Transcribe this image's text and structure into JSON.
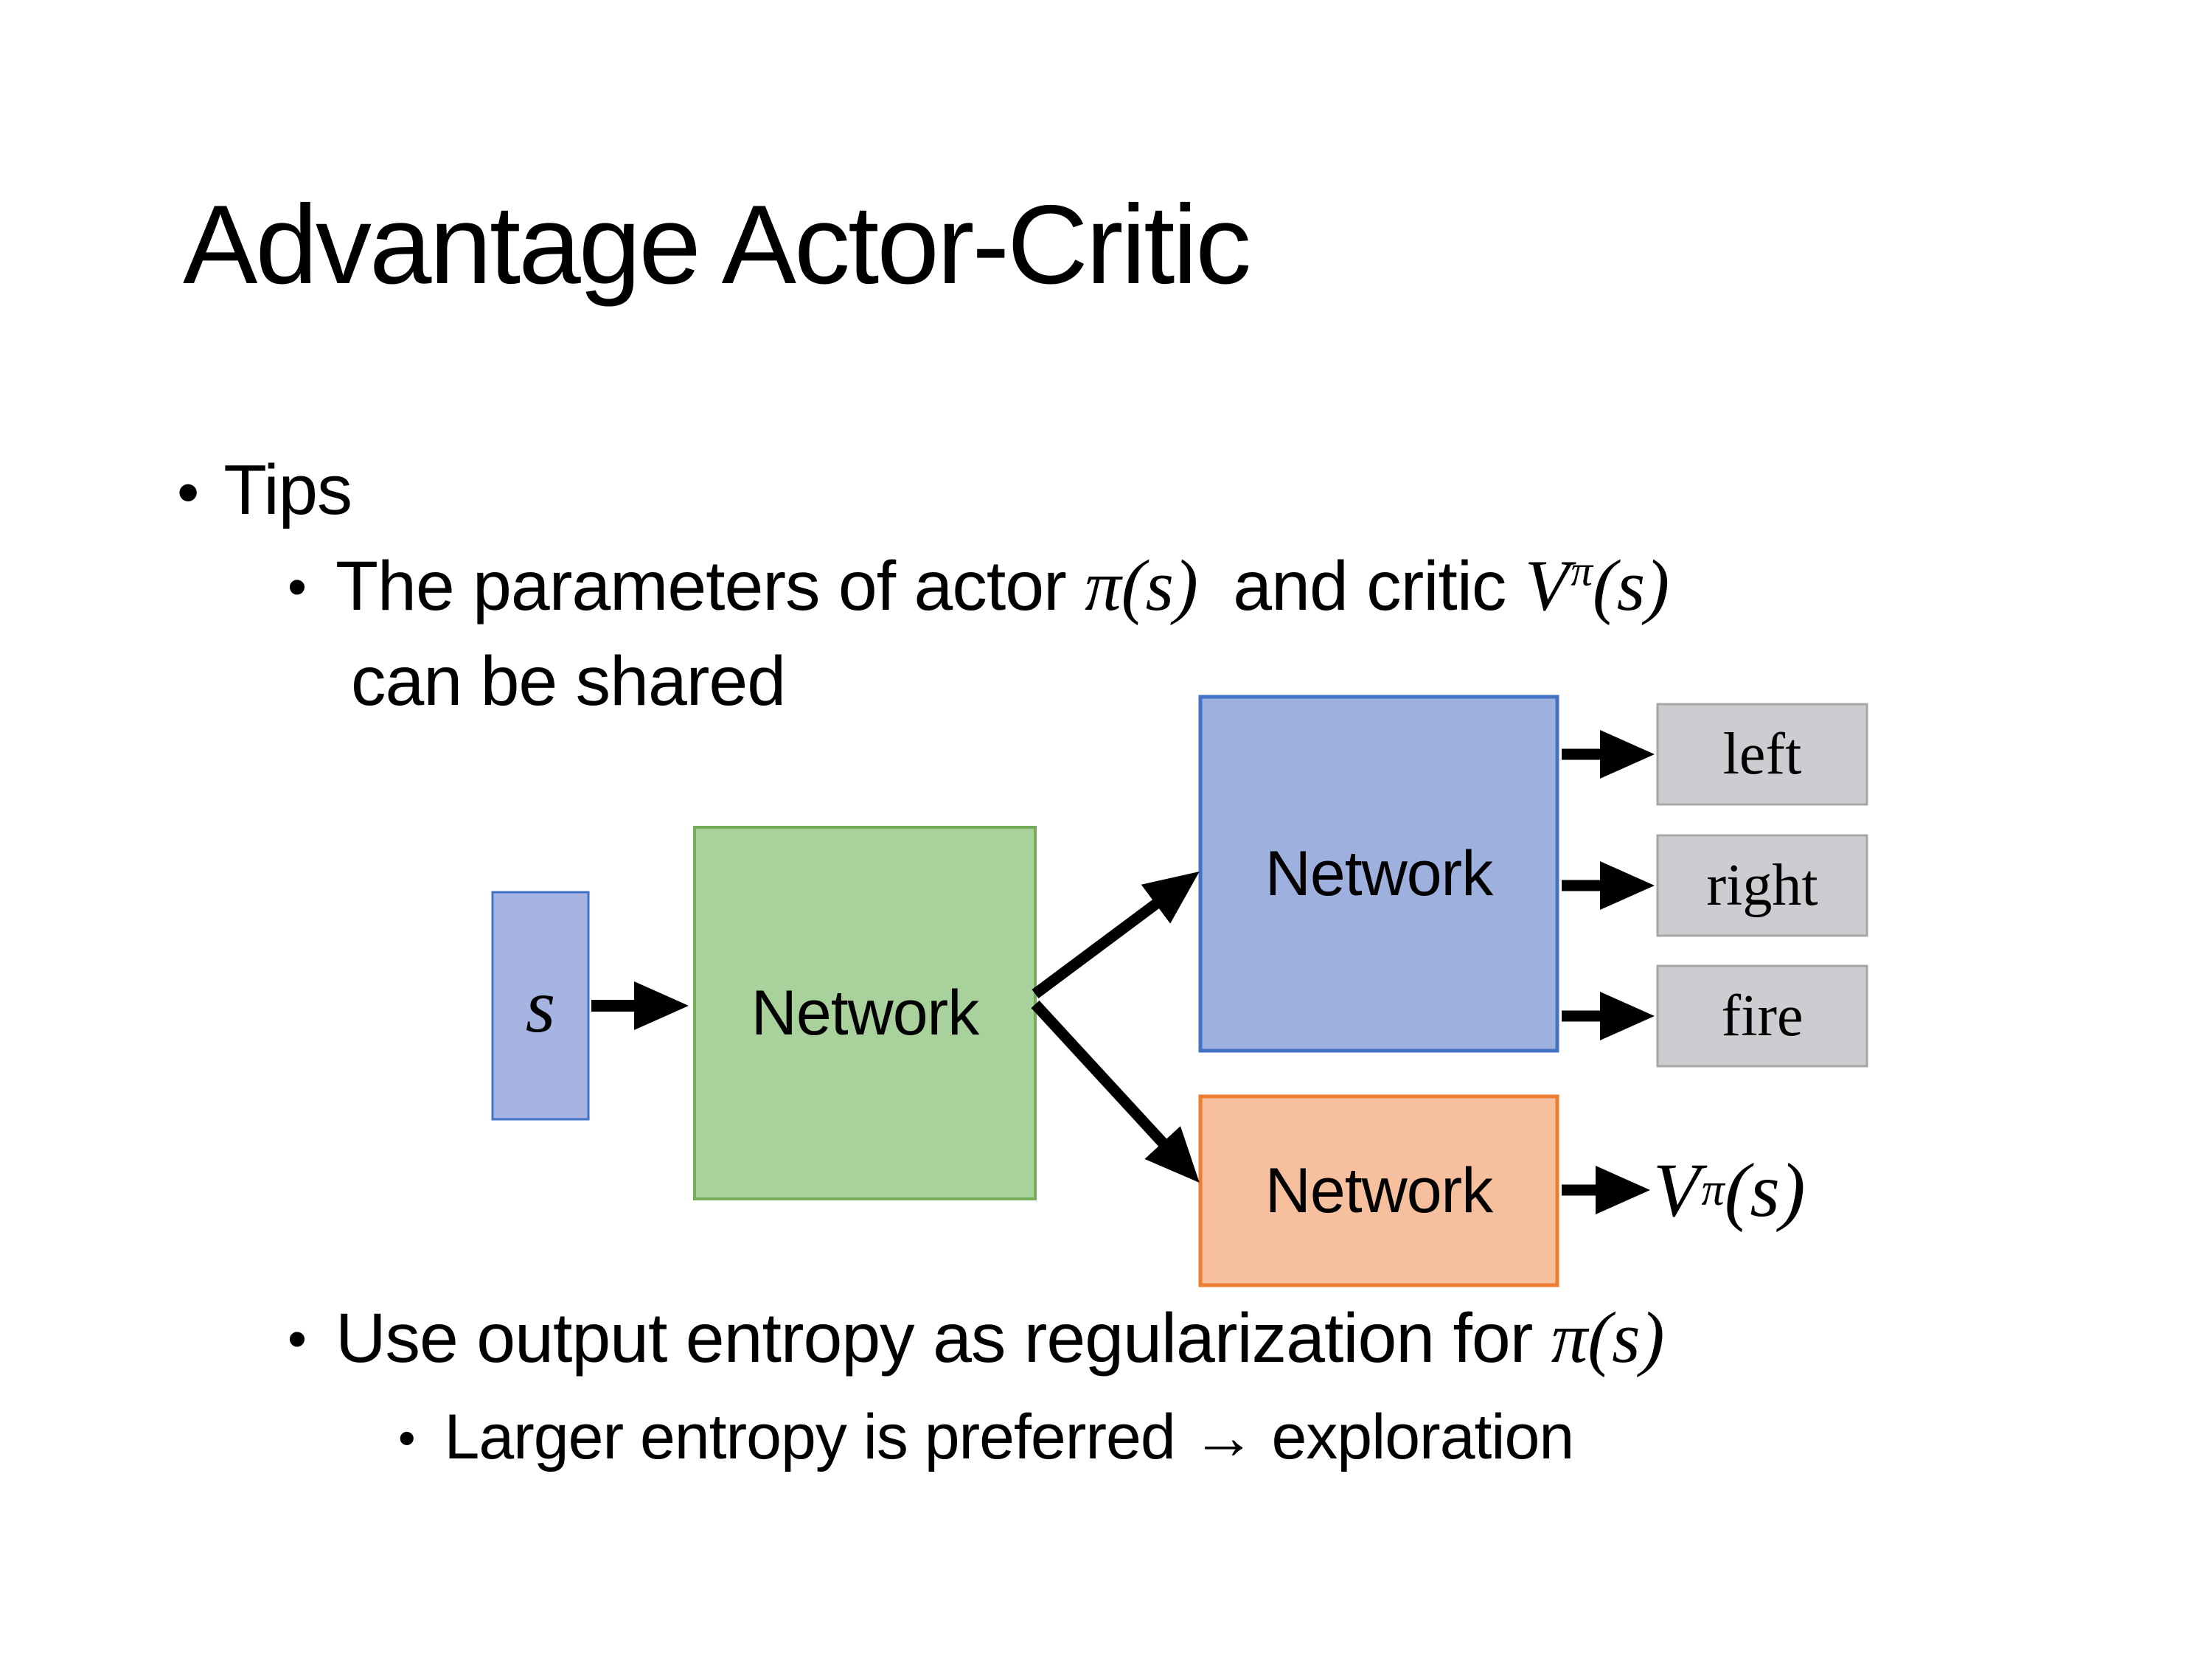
{
  "slide": {
    "title": "Advantage Actor-Critic",
    "bullet_glyph": "•",
    "tips": "Tips",
    "point1": {
      "pre": "The parameters of actor ",
      "actor_math": "π(s)",
      "mid": " and critic ",
      "critic_base": "V",
      "critic_sup": "π",
      "critic_args": "(s)",
      "line2": "can be shared"
    },
    "point2": {
      "pre": "Use output entropy as regularization for ",
      "math": "π(s)"
    },
    "point3": "Larger entropy is preferred → exploration"
  },
  "diagram": {
    "state_label": "s",
    "shared_network": "Network",
    "actor_network": "Network",
    "critic_network": "Network",
    "actions": [
      "left",
      "right",
      "fire"
    ],
    "value_base": "V",
    "value_sup": "π",
    "value_args": "(s)",
    "colors": {
      "state_fill": "#a5b4e0",
      "state_border": "#4472c4",
      "shared_fill": "#a9d19c",
      "shared_border": "#76ad5b",
      "actor_fill": "#9db0de",
      "actor_border": "#4472c4",
      "critic_fill": "#f6c09e",
      "critic_border": "#ed7d31",
      "action_fill": "#cccdd0",
      "action_border": "#a6a6a6",
      "arrow": "#000000"
    }
  }
}
